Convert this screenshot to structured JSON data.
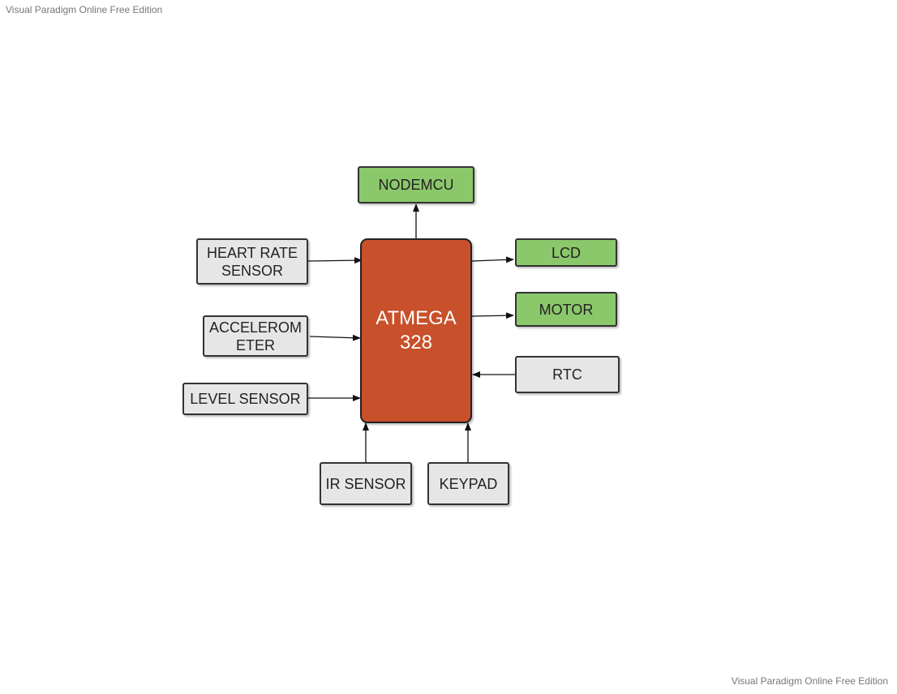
{
  "watermarks": {
    "top": "Visual Paradigm Online Free Edition",
    "bottom": "Visual Paradigm Online Free Edition"
  },
  "colors": {
    "mcu": "#c8502a",
    "output": "#8bc76b",
    "input": "#e6e6e6",
    "border": "#333333"
  },
  "nodes": {
    "mcu": "ATMEGA\n328",
    "nodemcu": "NODEMCU",
    "lcd": "LCD",
    "motor": "MOTOR",
    "rtc": "RTC",
    "heart_rate": "HEART RATE\nSENSOR",
    "accelerometer": "ACCELEROM\nETER",
    "level_sensor": "LEVEL SENSOR",
    "ir_sensor": "IR SENSOR",
    "keypad": "KEYPAD"
  },
  "connections": [
    {
      "from": "mcu",
      "to": "nodemcu"
    },
    {
      "from": "mcu",
      "to": "lcd"
    },
    {
      "from": "mcu",
      "to": "motor"
    },
    {
      "from": "rtc",
      "to": "mcu"
    },
    {
      "from": "heart_rate",
      "to": "mcu"
    },
    {
      "from": "accelerometer",
      "to": "mcu"
    },
    {
      "from": "level_sensor",
      "to": "mcu"
    },
    {
      "from": "ir_sensor",
      "to": "mcu"
    },
    {
      "from": "keypad",
      "to": "mcu"
    }
  ]
}
